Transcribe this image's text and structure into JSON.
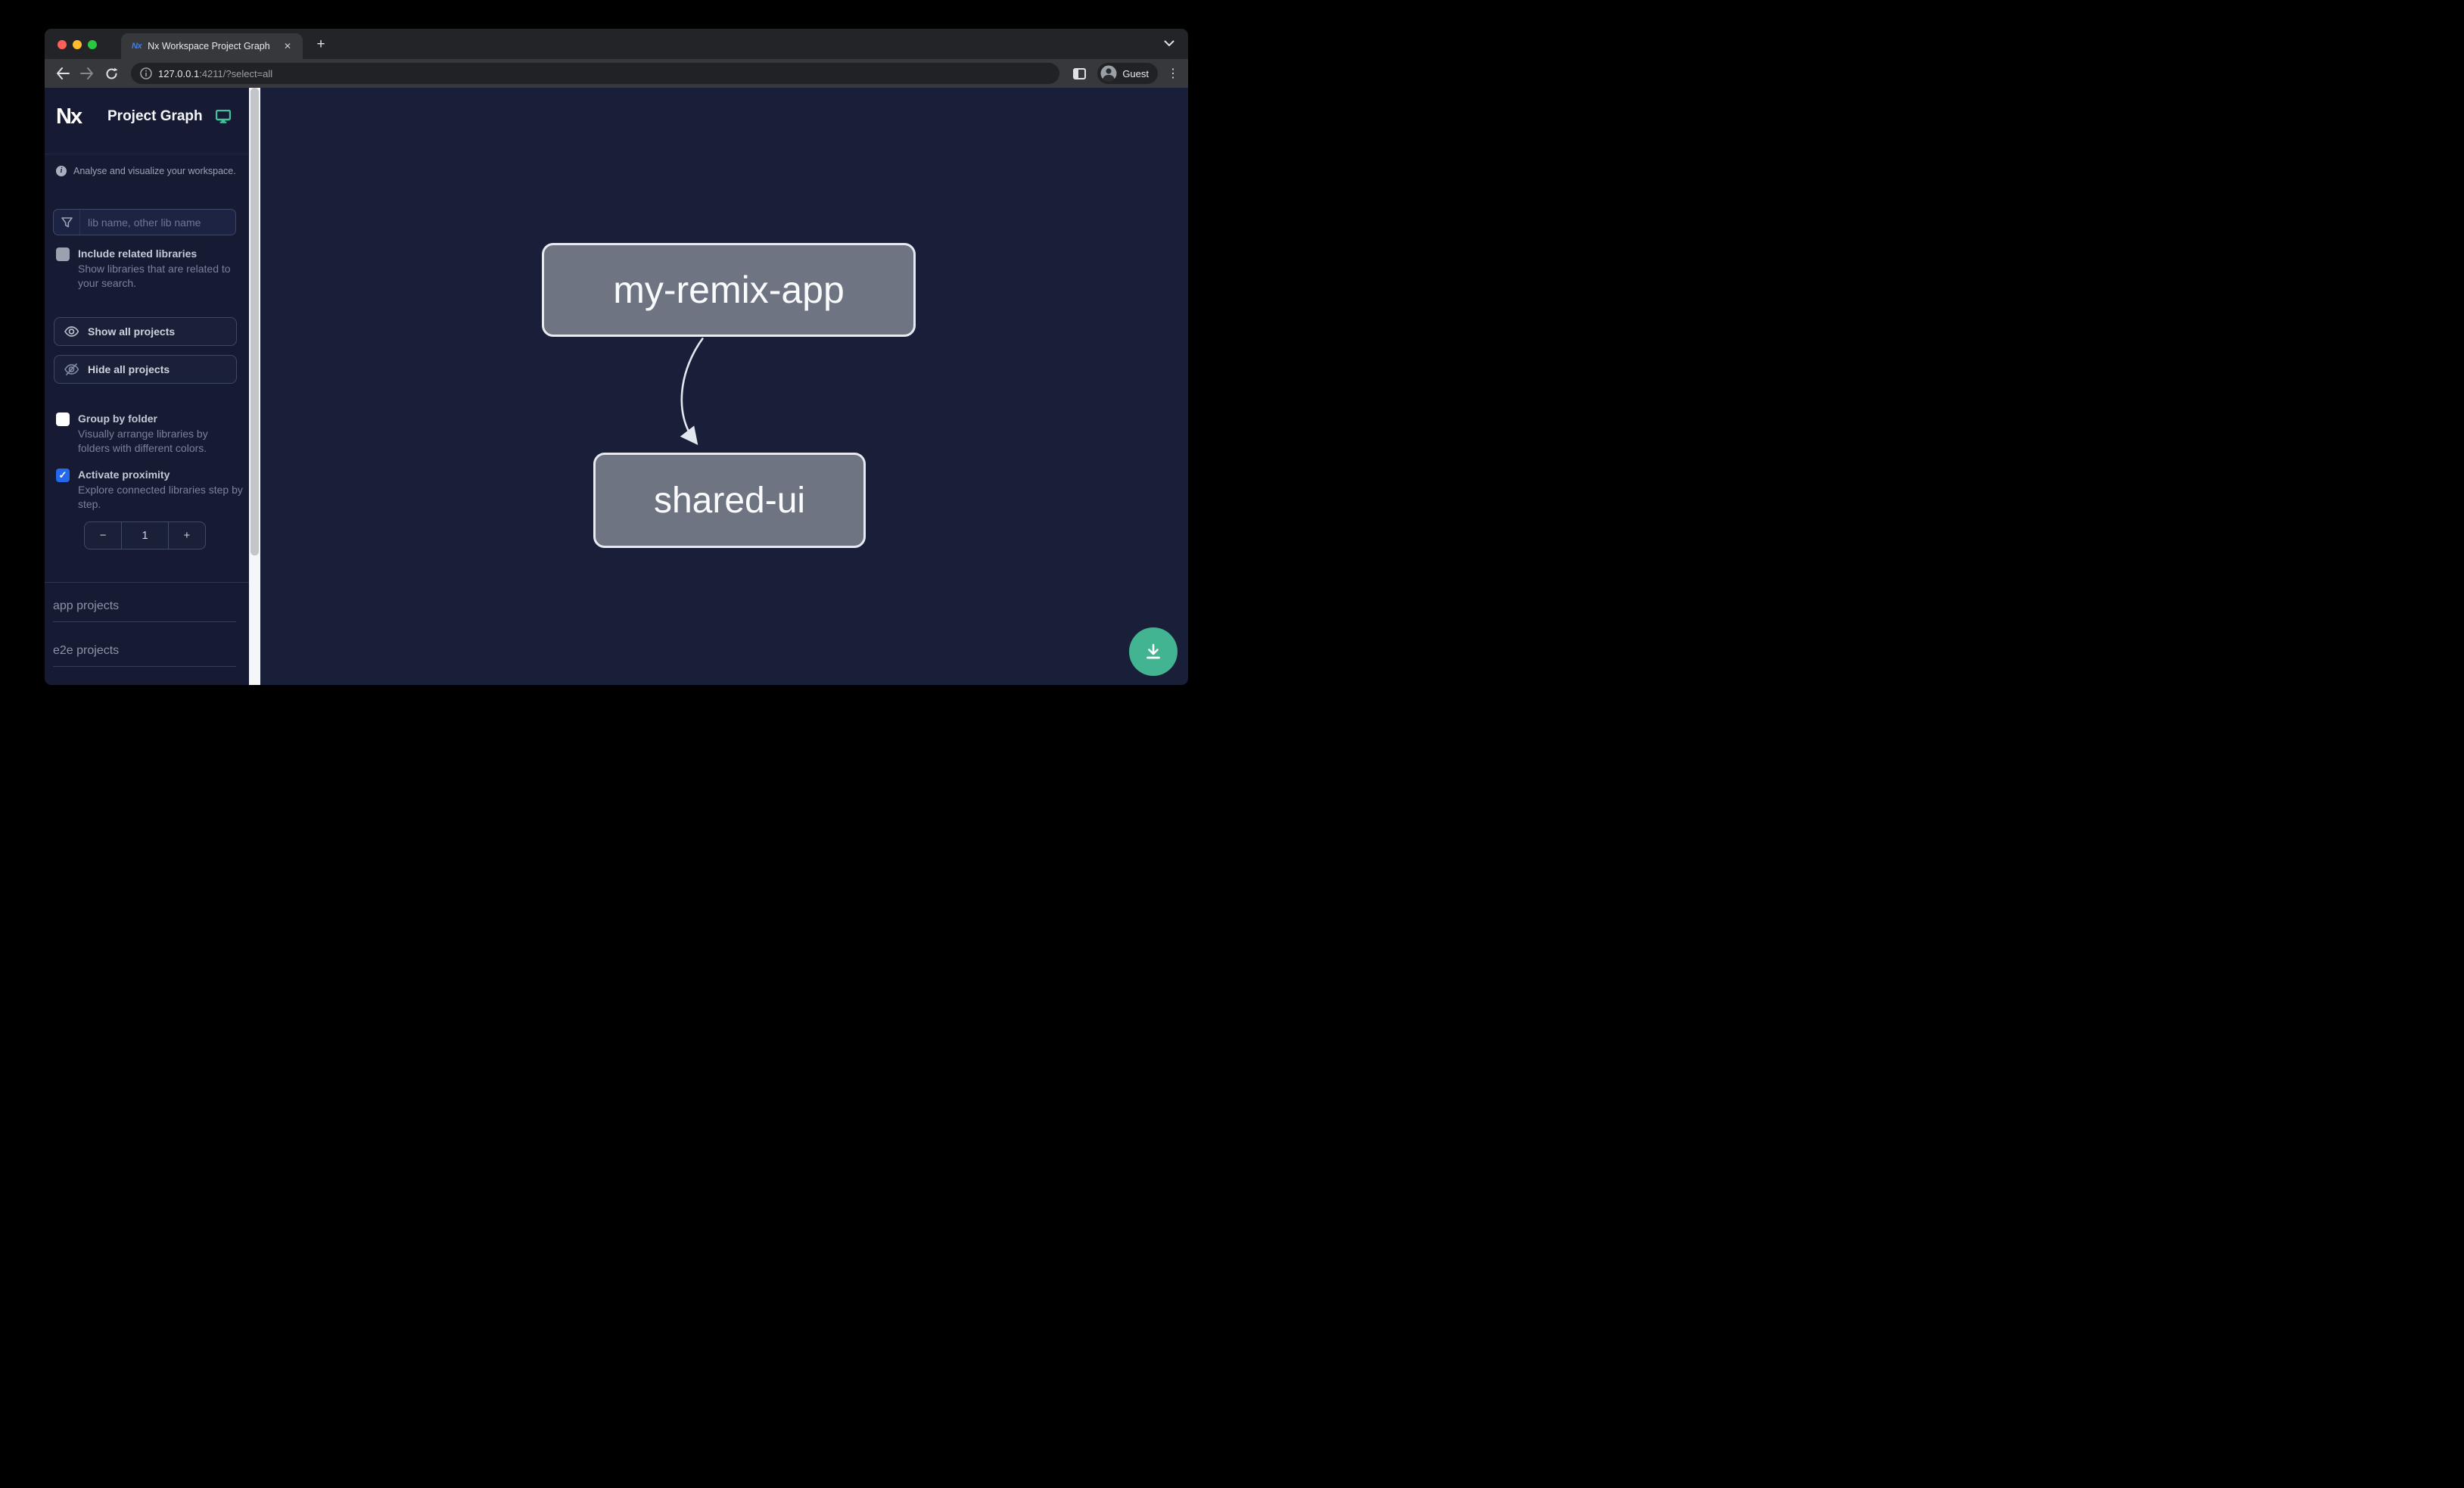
{
  "browser": {
    "tab": {
      "title": "Nx Workspace Project Graph",
      "close_glyph": "✕",
      "new_tab_glyph": "+"
    },
    "url": {
      "host": "127.0.0.1",
      "rest": ":4211/?select=all"
    },
    "guest_label": "Guest",
    "kebab_glyph": "⋮"
  },
  "sidebar": {
    "logo_text": "Nx",
    "app_title": "Project Graph",
    "tagline": "Analyse and visualize your workspace.",
    "info_glyph": "i",
    "search_placeholder": "lib name, other lib name",
    "checkboxes": [
      {
        "label": "Include related libraries",
        "description": "Show libraries that are related to your search.",
        "checked": false
      },
      {
        "label": "Group by folder",
        "description": "Visually arrange libraries by folders with different colors.",
        "checked": false
      },
      {
        "label": "Activate proximity",
        "description": "Explore connected libraries step by step.",
        "checked": true,
        "check_glyph": "✓"
      }
    ],
    "buttons": [
      {
        "label": "Show all projects"
      },
      {
        "label": "Hide all projects"
      }
    ],
    "proximity_counter": {
      "decrement": "−",
      "value": "1",
      "increment": "+"
    },
    "sections": [
      {
        "label": "app projects"
      },
      {
        "label": "e2e projects"
      }
    ]
  },
  "graph": {
    "nodes": [
      {
        "id": "my-remix-app"
      },
      {
        "id": "shared-ui"
      }
    ],
    "edges": [
      {
        "from": "my-remix-app",
        "to": "shared-ui"
      }
    ]
  },
  "colors": {
    "accent_teal": "#3ec39a",
    "fab_green": "#43b492",
    "checkbox_checked_blue": "#2468eb",
    "node_fill": "#6f7482",
    "node_border": "#e7eaf0",
    "sidebar_bg": "#161b33",
    "canvas_bg": "#1a1f39"
  }
}
